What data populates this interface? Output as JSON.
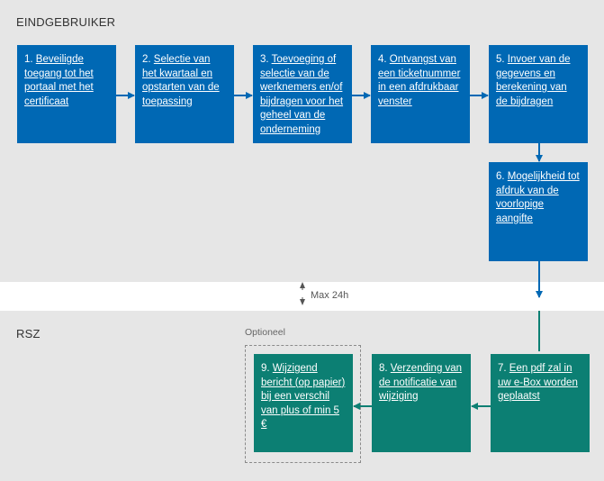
{
  "lanes": {
    "top": "EINDGEBRUIKER",
    "bottom": "RSZ"
  },
  "steps": [
    {
      "num": "1.",
      "text": "Beveiligde toegang tot het portaal met het certificaat"
    },
    {
      "num": "2.",
      "text": "Selectie van het kwartaal en opstarten van de toepassing"
    },
    {
      "num": "3.",
      "text": "Toevoeging of selectie van de werknemers en/of bijdragen voor het geheel van de onderneming"
    },
    {
      "num": "4.",
      "text": "Ontvangst van een ticketnummer in een afdrukbaar venster"
    },
    {
      "num": "5.",
      "text": "Invoer van de gegevens en berekening van de bijdragen"
    },
    {
      "num": "6.",
      "text": "Mogelijkheid tot afdruk van de voorlopige aangifte"
    },
    {
      "num": "7.",
      "text": "Een pdf zal in uw e-Box worden geplaatst"
    },
    {
      "num": "8.",
      "text": "Verzending van de notificatie van wijziging"
    },
    {
      "num": "9.",
      "text": "Wijzigend bericht (op papier) bij een verschil van plus of min 5 €"
    }
  ],
  "max_label": "Max 24h",
  "optional_label": "Optioneel",
  "colors": {
    "blue": "#0068b4",
    "green": "#0c7f73",
    "lane": "#e6e6e6"
  }
}
